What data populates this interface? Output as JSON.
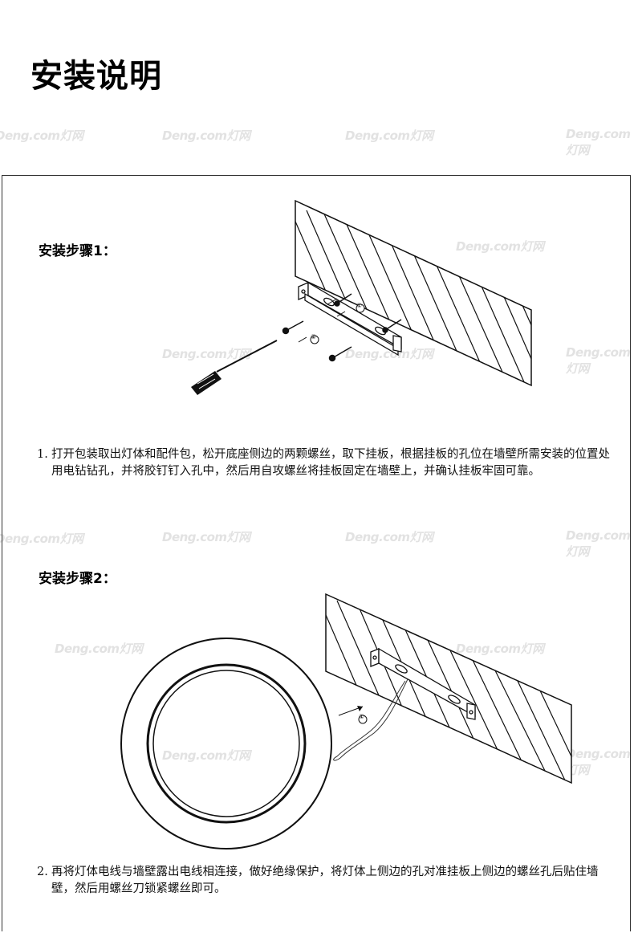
{
  "title": "安装说明",
  "watermark": "Deng.com灯网",
  "steps": [
    {
      "heading": "安装步骤1：",
      "number": "1.",
      "text": "打开包装取出灯体和配件包，松开底座侧边的两颗螺丝，取下挂板，根据挂板的孔位在墙壁所需安装的位置处用电钻钻孔，并将胶钉钉入孔中，然后用自攻螺丝将挂板固定在墙壁上，并确认挂板牢固可靠。",
      "markers": [
        "①",
        "②"
      ]
    },
    {
      "heading": "安装步骤2：",
      "number": "2.",
      "text": "再将灯体电线与墙壁露出电线相连接，做好绝缘保护，将灯体上侧边的孔对准挂板上侧边的螺丝孔后贴住墙壁，然后用螺丝刀锁紧螺丝即可。",
      "markers": [
        "①"
      ]
    }
  ]
}
